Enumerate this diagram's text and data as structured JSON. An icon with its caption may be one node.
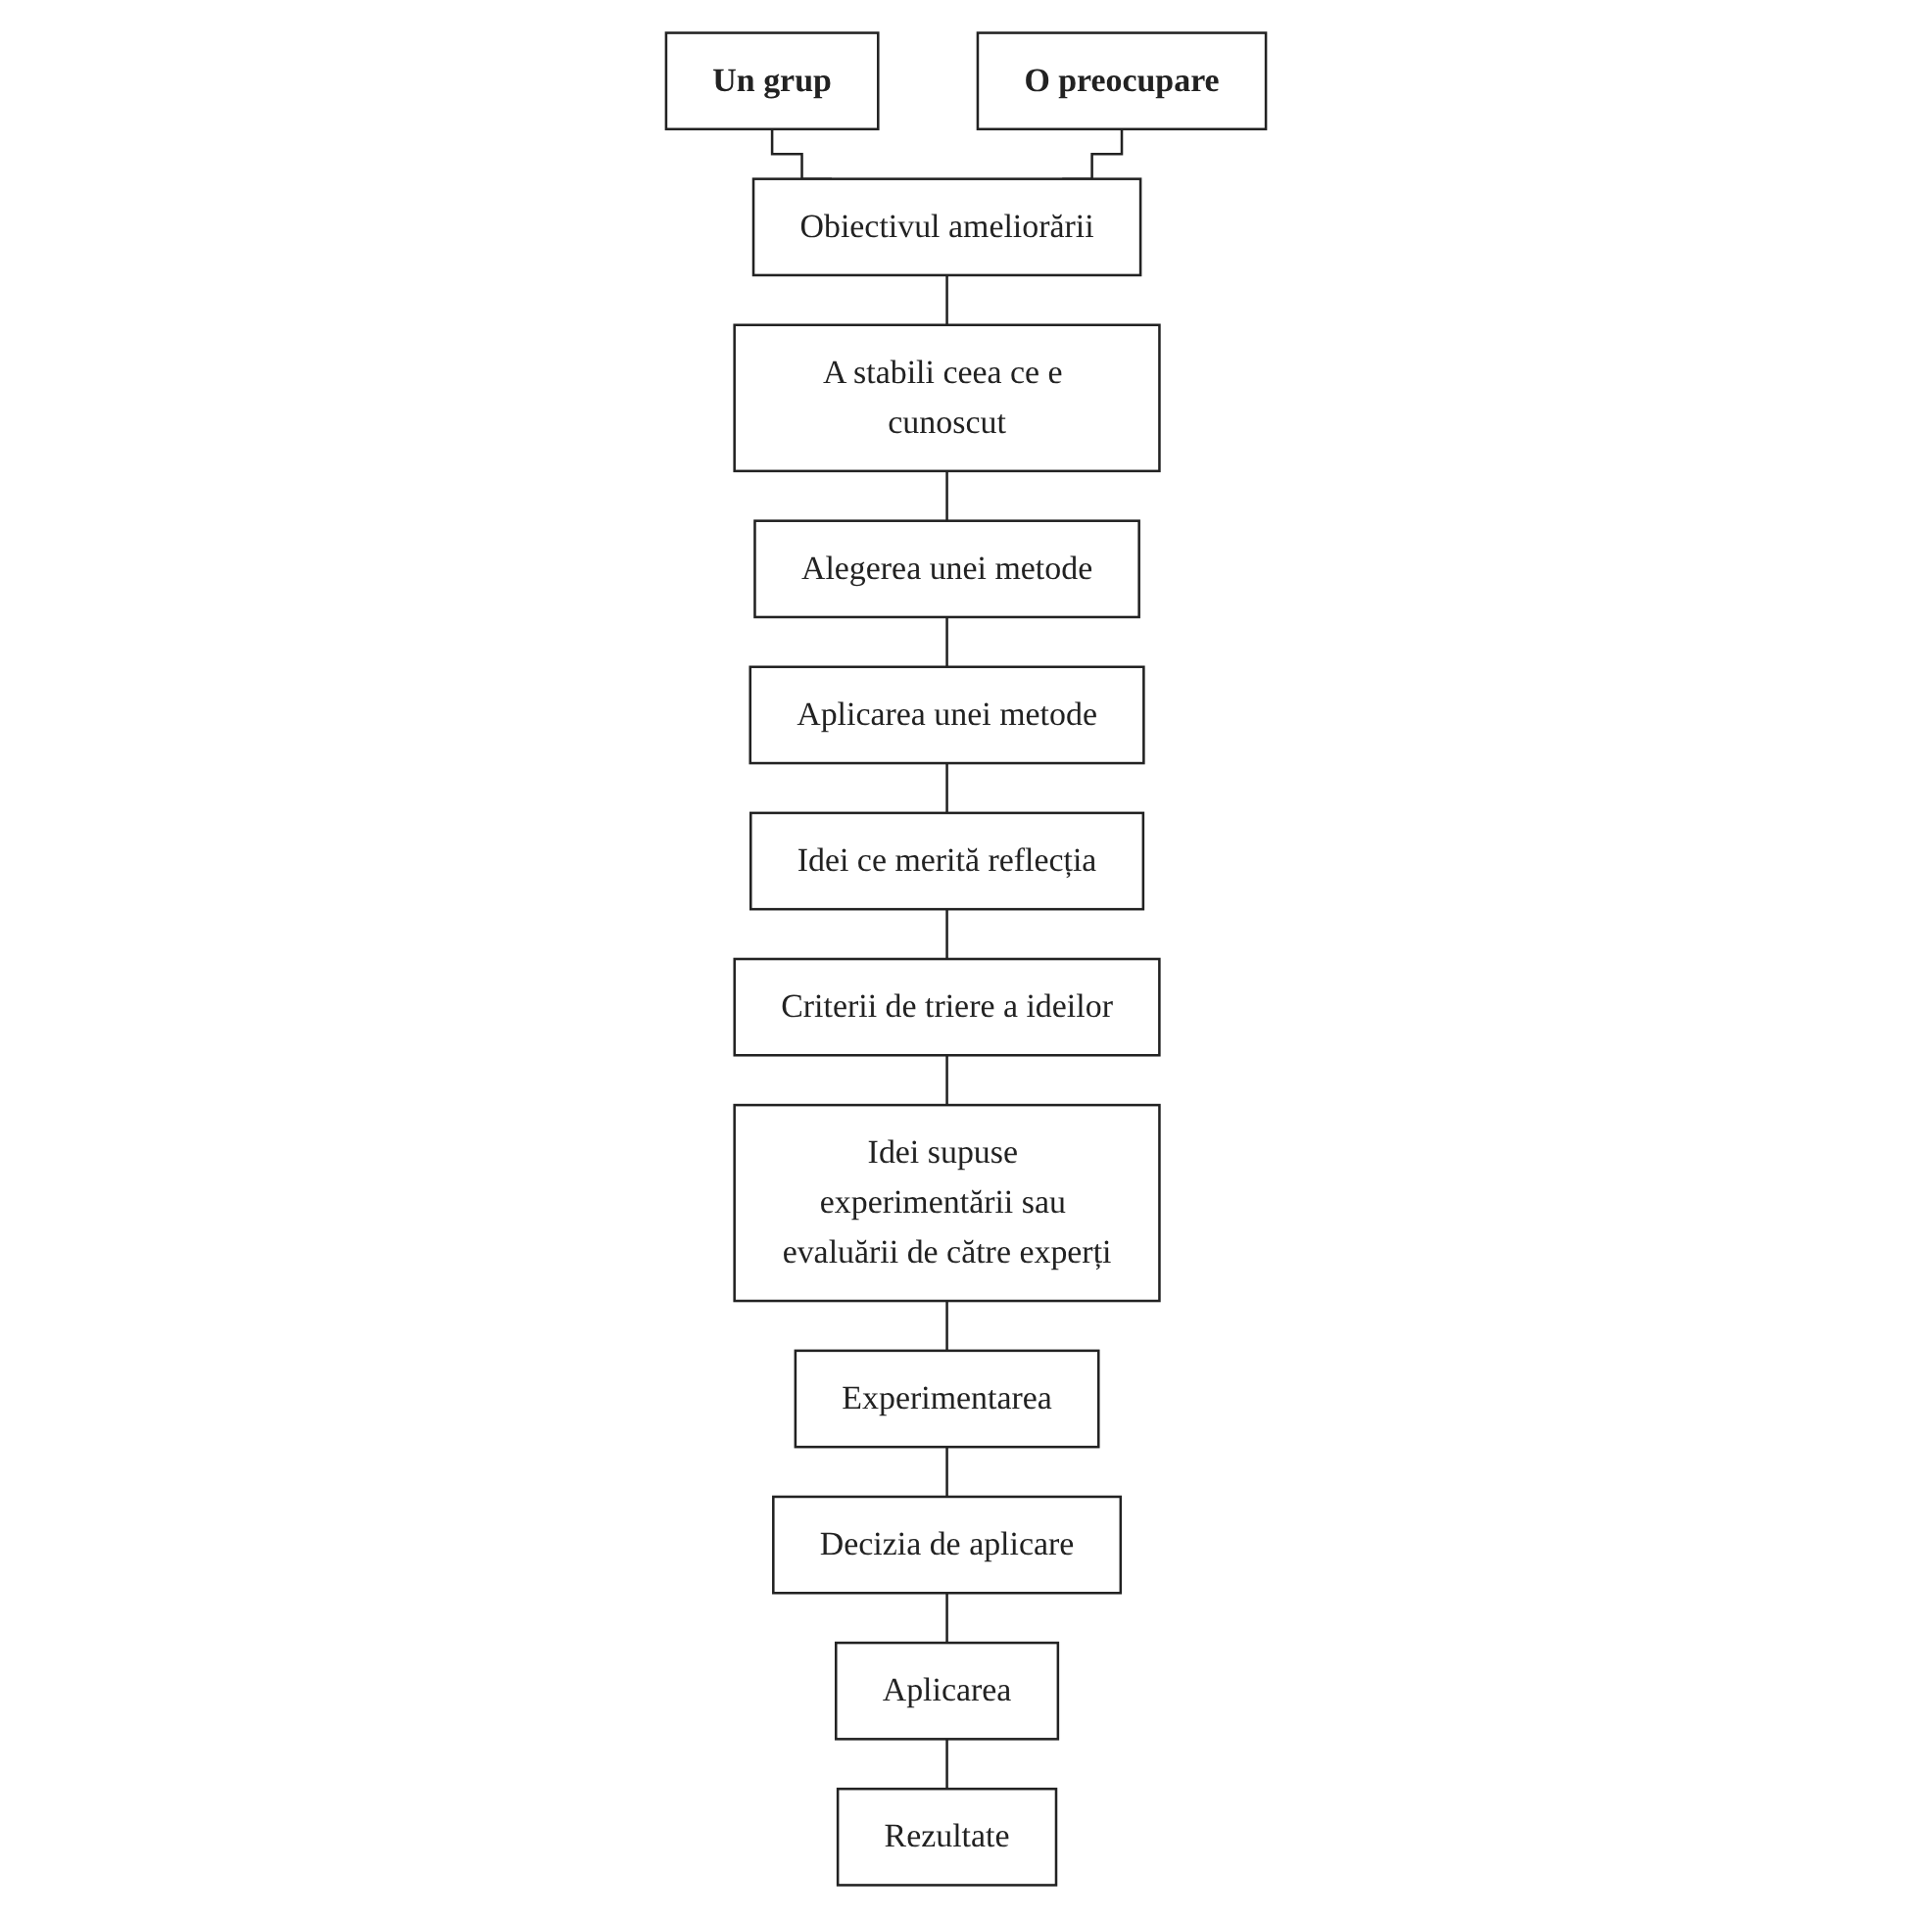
{
  "diagram": {
    "nodes": [
      {
        "text": [
          "Un grup"
        ]
      },
      {
        "text": [
          "O preocupare"
        ]
      },
      {
        "text": [
          "Obiectivul ameliorării"
        ]
      },
      {
        "text": [
          "A stabili ceea ce e cunoscut"
        ]
      },
      {
        "text": [
          "Alegerea unei metode"
        ]
      },
      {
        "text": [
          "Aplicarea unei metode"
        ]
      },
      {
        "text": [
          "Idei ce merită reflecția"
        ]
      },
      {
        "text": [
          "Criterii de triere a ideilor"
        ]
      },
      {
        "text": [
          "Idei supuse experimentării sau evaluării de către experți"
        ]
      },
      {
        "text": [
          "Experimentarea"
        ]
      },
      {
        "text": [
          "Decizia de aplicare"
        ]
      },
      {
        "text": [
          "Aplicarea"
        ]
      },
      {
        "text": [
          "Rezultate"
        ]
      }
    ],
    "edges": [
      {
        "from": 0,
        "to": 2,
        "arrow": "none"
      },
      {
        "from": 1,
        "to": 2,
        "arrow": "none"
      },
      {
        "from": 2,
        "to": 3,
        "arrow": "none"
      },
      {
        "from": 3,
        "to": 4,
        "arrow": "none"
      },
      {
        "from": 4,
        "to": 5,
        "arrow": "none"
      },
      {
        "from": 5,
        "to": 6,
        "arrow": "none"
      },
      {
        "from": 6,
        "to": 7,
        "arrow": "none"
      },
      {
        "from": 7,
        "to": 8,
        "arrow": "none"
      },
      {
        "from": 8,
        "to": 9,
        "arrow": "none"
      },
      {
        "from": 9,
        "to": 10,
        "arrow": "none"
      },
      {
        "from": 10,
        "to": 11,
        "arrow": "none"
      },
      {
        "from": 11,
        "to": 12,
        "arrow": "none"
      }
    ]
  }
}
